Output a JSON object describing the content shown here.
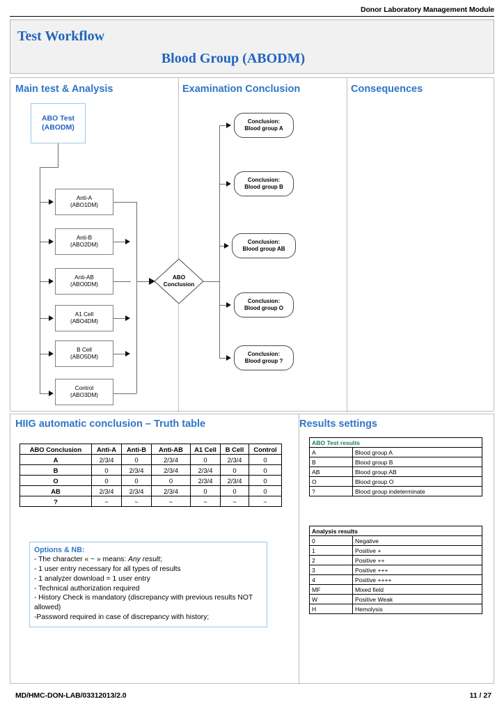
{
  "doc": {
    "running_header": "Donor Laboratory Management Module",
    "footer_reference": "MD/HMC-DON-LAB/03312013/2.0",
    "footer_page": "11 / 27"
  },
  "banner": {
    "left_title": "Test Workflow",
    "center_title": "Blood Group (ABODM)"
  },
  "colors": {
    "heading_blue": "#2e75c8",
    "title_blue": "#1f64bf",
    "teal": "#1b7a6b",
    "banner_bg": "#f1f1f1",
    "frame_border": "#bdbdbd"
  },
  "columns": {
    "main": "Main test & Analysis",
    "examination": "Examination Conclusion",
    "consequences": "Consequences"
  },
  "flow": {
    "main_test": "ABO Test\n(ABODM)",
    "main_test_line1": "ABO Test",
    "main_test_line2": "(ABODM)",
    "decision_line1": "ABO",
    "decision_line2": "Conclusion",
    "tests": [
      {
        "name": "Anti-A",
        "code": "(ABO1DM)"
      },
      {
        "name": "Anti-B",
        "code": "(ABO2DM)"
      },
      {
        "name": "Anti-AB",
        "code": "(ABO0DM)"
      },
      {
        "name": "A1 Cell",
        "code": "(ABO4DM)"
      },
      {
        "name": "B Cell",
        "code": "(ABO5DM)"
      },
      {
        "name": "Control",
        "code": "(ABO3DM)"
      }
    ],
    "conclusions": [
      {
        "line1": "Conclusion:",
        "line2": "Blood group A"
      },
      {
        "line1": "Conclusion:",
        "line2": "Blood group B"
      },
      {
        "line1": "Conclusion:",
        "line2": "Blood group AB"
      },
      {
        "line1": "Conclusion:",
        "line2": "Blood group O"
      },
      {
        "line1": "Conclusion:",
        "line2": "Blood group ?"
      }
    ]
  },
  "truth_table": {
    "section_title": "HIIG automatic conclusion – Truth table",
    "headers": [
      "ABO Conclusion",
      "Anti-A",
      "Anti-B",
      "Anti-AB",
      "A1 Cell",
      "B Cell",
      "Control"
    ],
    "rows": [
      [
        "A",
        "2/3/4",
        "0",
        "2/3/4",
        "0",
        "2/3/4",
        "0"
      ],
      [
        "B",
        "0",
        "2/3/4",
        "2/3/4",
        "2/3/4",
        "0",
        "0"
      ],
      [
        "O",
        "0",
        "0",
        "0",
        "2/3/4",
        "2/3/4",
        "0"
      ],
      [
        "AB",
        "2/3/4",
        "2/3/4",
        "2/3/4",
        "0",
        "0",
        "0"
      ],
      [
        "?",
        "~",
        "~",
        "~",
        "~",
        "~",
        "~"
      ]
    ]
  },
  "options": {
    "title": "Options & NB:",
    "lines": [
      "- The character « ~ » means: ",
      "- 1 user entry necessary for all types of results",
      "- 1 analyzer download = 1 user entry",
      "- Technical authorization required",
      "- History Check is mandatory (discrepancy with previous results NOT allowed)",
      "-Password required in case of discrepancy with history;"
    ],
    "emphasis": "Any result",
    "emphasis_tail": ";"
  },
  "results_settings": {
    "section_title": "Results settings",
    "abo_table": {
      "header": "ABO Test results",
      "rows": [
        [
          "A",
          "Blood group A"
        ],
        [
          "B",
          "Blood group B"
        ],
        [
          "AB",
          "Blood group AB"
        ],
        [
          "O",
          "Blood group O"
        ],
        [
          "?",
          "Blood group indeterminate"
        ]
      ]
    },
    "analysis_table": {
      "header": "Analysis results",
      "rows": [
        [
          "0",
          "Negative"
        ],
        [
          "1",
          "Positive +"
        ],
        [
          "2",
          "Positive ++"
        ],
        [
          "3",
          "Positive +++"
        ],
        [
          "4",
          "Positive ++++"
        ],
        [
          "MF",
          "Mixed field"
        ],
        [
          "W",
          "Positive Weak"
        ],
        [
          "H",
          "Hemolysis"
        ]
      ]
    }
  }
}
